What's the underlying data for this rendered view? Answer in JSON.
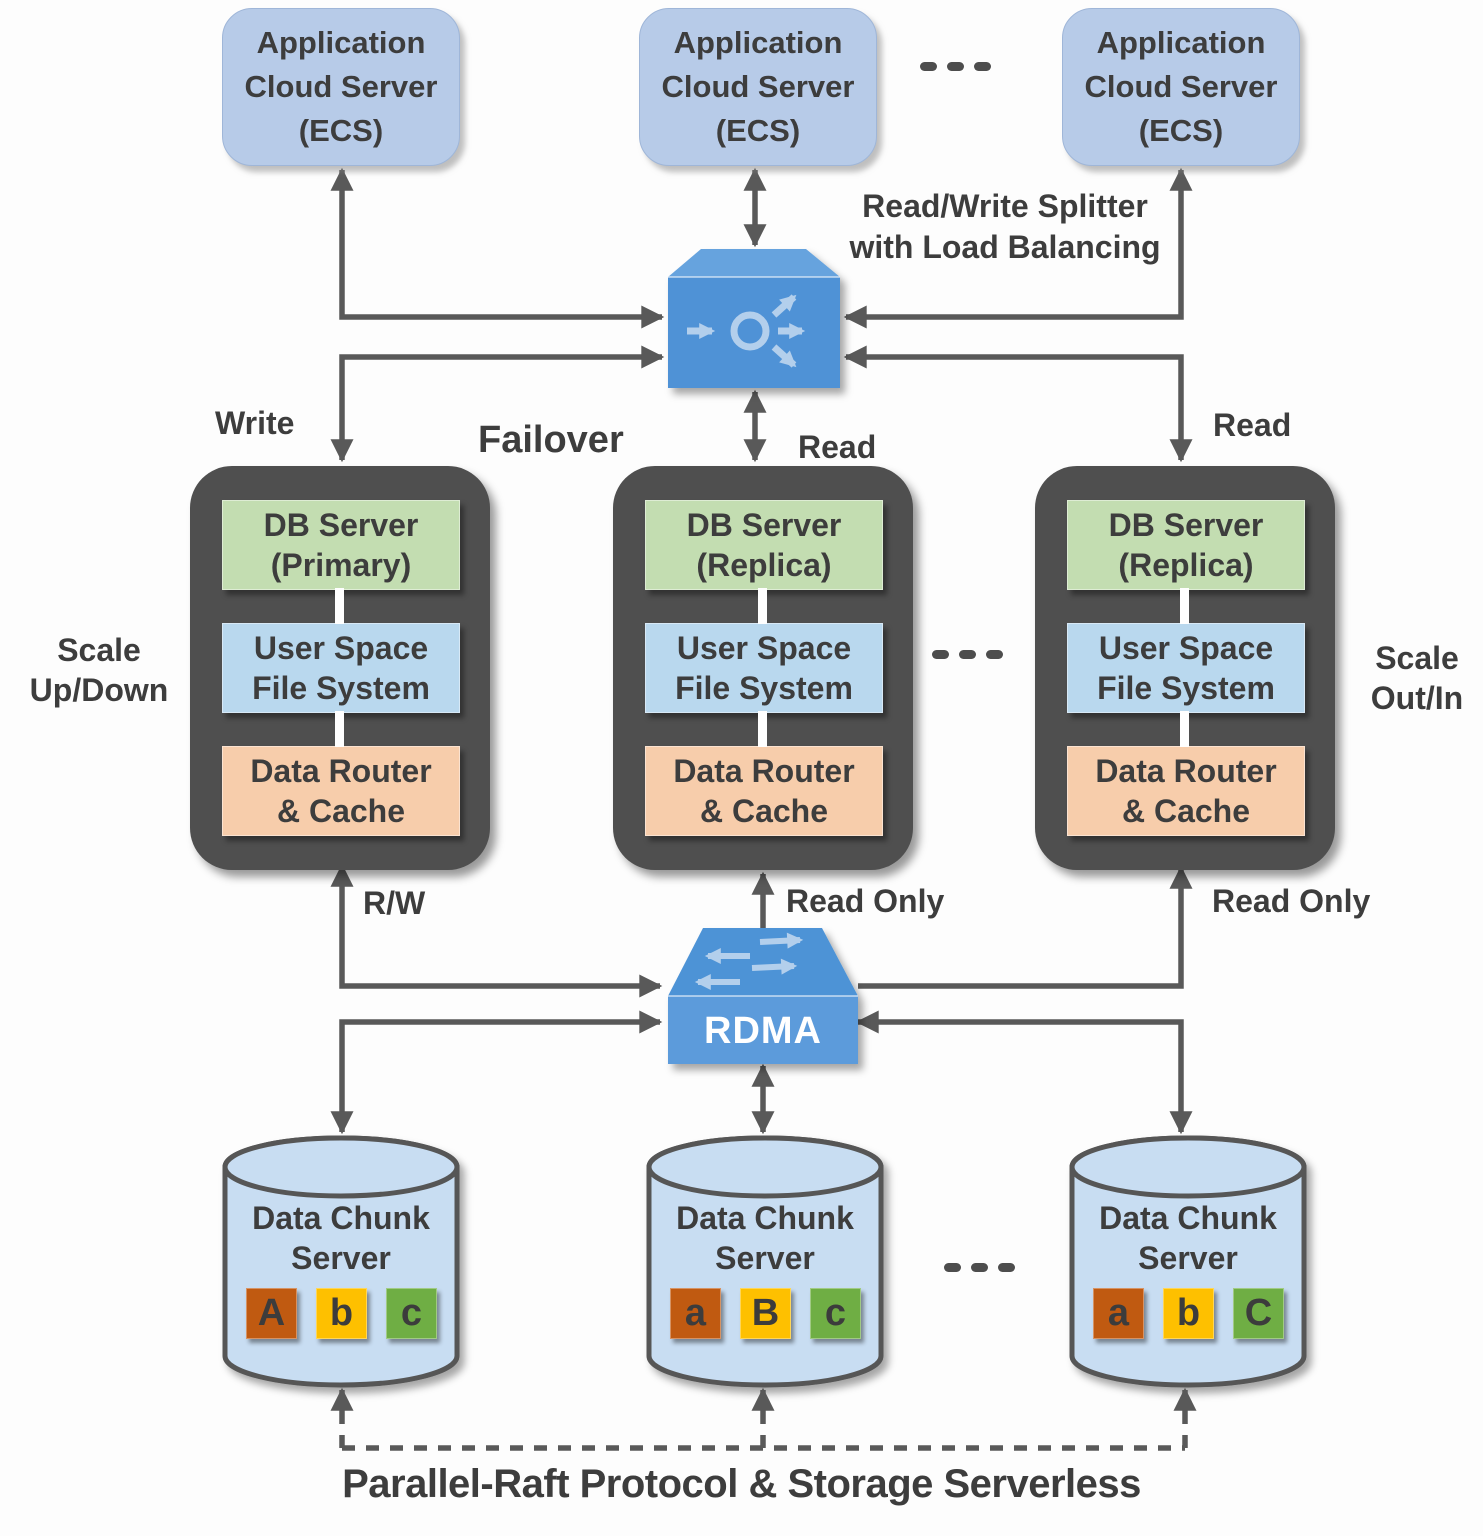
{
  "colors": {
    "arrow": "#595959",
    "ecs_fill": "#b7cbe8",
    "dark_box": "#4f4f4f",
    "green_box": "#c3ddb1",
    "blue_box": "#b9d8ee",
    "orange_box": "#f7cdab",
    "icon_blue_front": "#5b9bdb",
    "icon_blue_top": "#4e93d6",
    "icon_glyph": "#b3cfec",
    "cylinder_fill": "#c8ddf2",
    "chunk_orange": "#c05a11",
    "chunk_yellow": "#fec000",
    "chunk_green": "#6fae44"
  },
  "icons": {
    "splitter": "load-balancer-icon",
    "rdma": "network-switch-icon"
  },
  "app_servers": [
    {
      "lines": [
        "Application",
        "Cloud Server",
        "(ECS)"
      ]
    },
    {
      "lines": [
        "Application",
        "Cloud Server",
        "(ECS)"
      ]
    },
    {
      "lines": [
        "Application",
        "Cloud Server",
        "(ECS)"
      ]
    }
  ],
  "splitter": {
    "label_lines": [
      "Read/Write Splitter",
      "with Load Balancing"
    ]
  },
  "labels": {
    "write": "Write",
    "failover": "Failover",
    "read_mid": "Read",
    "read_right": "Read",
    "rw": "R/W",
    "read_only_mid": "Read Only",
    "read_only_right": "Read Only",
    "scale_left": [
      "Scale",
      "Up/Down"
    ],
    "scale_right": [
      "Scale",
      "Out/In"
    ],
    "ellipsis": "---"
  },
  "db_nodes": [
    {
      "server_lines": [
        "DB Server",
        "(Primary)"
      ],
      "fs_lines": [
        "User Space",
        "File System"
      ],
      "cache_lines": [
        "Data Router",
        "& Cache"
      ]
    },
    {
      "server_lines": [
        "DB Server",
        "(Replica)"
      ],
      "fs_lines": [
        "User Space",
        "File System"
      ],
      "cache_lines": [
        "Data Router",
        "& Cache"
      ]
    },
    {
      "server_lines": [
        "DB Server",
        "(Replica)"
      ],
      "fs_lines": [
        "User Space",
        "File System"
      ],
      "cache_lines": [
        "Data Router",
        "& Cache"
      ]
    }
  ],
  "rdma": {
    "label": "RDMA"
  },
  "chunk_servers": [
    {
      "name_lines": [
        "Data Chunk",
        "Server"
      ],
      "chunks": [
        {
          "label": "A",
          "color": "#c05a11"
        },
        {
          "label": "b",
          "color": "#fec000"
        },
        {
          "label": "c",
          "color": "#6fae44"
        }
      ]
    },
    {
      "name_lines": [
        "Data Chunk",
        "Server"
      ],
      "chunks": [
        {
          "label": "a",
          "color": "#c05a11"
        },
        {
          "label": "B",
          "color": "#fec000"
        },
        {
          "label": "c",
          "color": "#6fae44"
        }
      ]
    },
    {
      "name_lines": [
        "Data Chunk",
        "Server"
      ],
      "chunks": [
        {
          "label": "a",
          "color": "#c05a11"
        },
        {
          "label": "b",
          "color": "#fec000"
        },
        {
          "label": "C",
          "color": "#6fae44"
        }
      ]
    }
  ],
  "footer": {
    "title": "Parallel-Raft Protocol & Storage Serverless"
  }
}
